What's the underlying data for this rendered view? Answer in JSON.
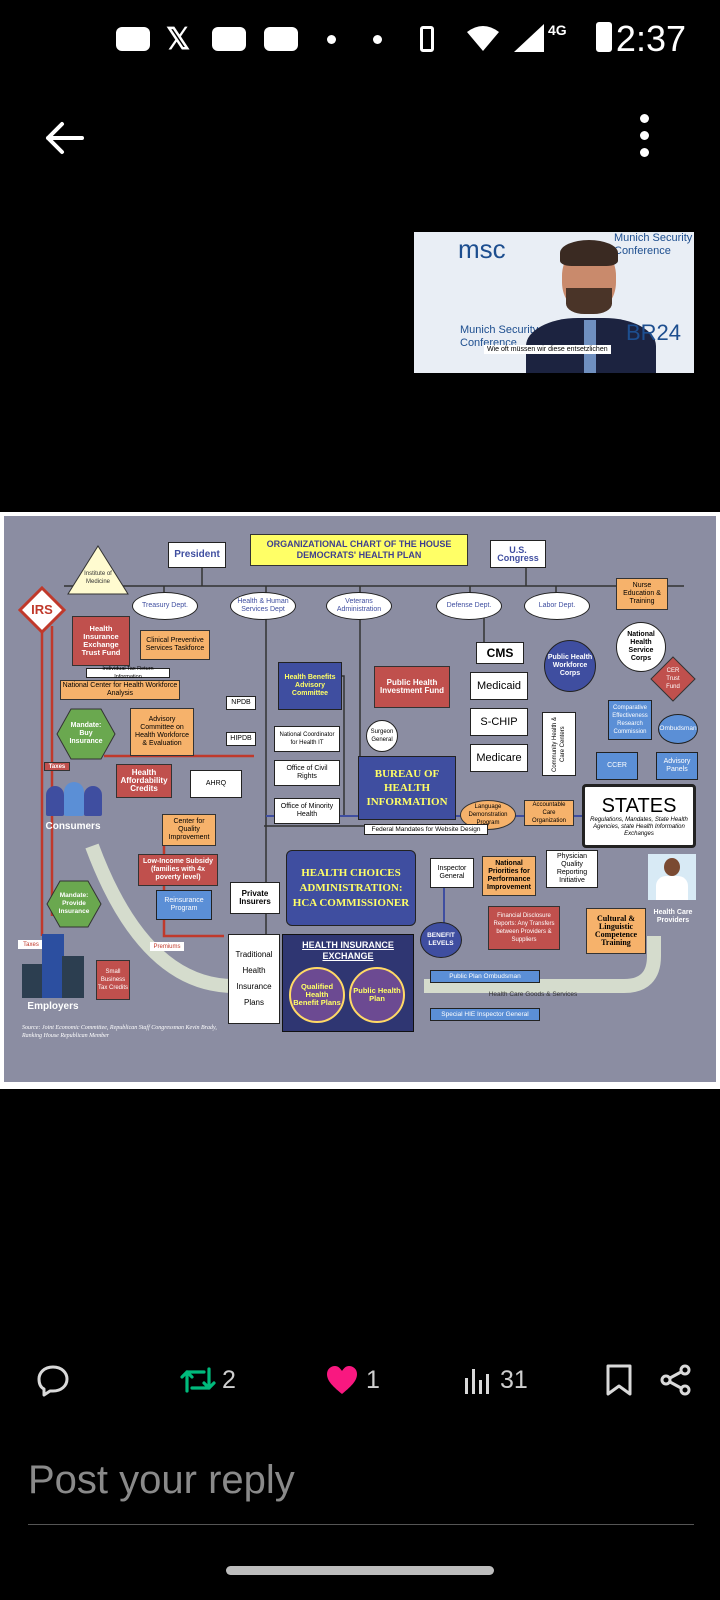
{
  "status_bar": {
    "time": "2:37",
    "network": "4G",
    "icons": [
      "youtube-icon",
      "x-icon",
      "youtube-icon",
      "youtube-icon",
      "dot-icon",
      "dot-icon",
      "vibrate-icon",
      "wifi-icon",
      "signal-icon",
      "battery-icon"
    ]
  },
  "video": {
    "logo": "msc",
    "conf_label_top": "Munich Security Conference",
    "conf_label_bottom": "Munich Security Conference",
    "channel": "BR24",
    "caption": "Wie oft müssen wir diese entsetzlichen"
  },
  "chart": {
    "title": "ORGANIZATIONAL CHART OF THE HOUSE DEMOCRATS' HEALTH PLAN",
    "president": "President",
    "congress": "U.S. Congress",
    "institute": "Institute of Medicine",
    "irs": "IRS",
    "treasury": "Treasury Dept.",
    "hhs": "Health & Human Services Dept",
    "veterans": "Veterans Administration",
    "defense": "Defense Dept.",
    "labor": "Labor Dept.",
    "nurse": "Nurse Education & Training",
    "trust_fund": "Health Insurance Exchange Trust Fund",
    "clinical": "Clinical Preventive Services Taskforce",
    "nhsc": "National Health Service Corps",
    "tax_return": "Individual Tax Return Information",
    "ncwa": "National Center for Health Workforce Analysis",
    "cms": "CMS",
    "medicaid": "Medicaid",
    "schip": "S-CHIP",
    "medicare": "Medicare",
    "phwc": "Public Health Workforce Corps",
    "cer_fund": "CER Trust Fund",
    "hbac": "Health Benefits Advisory Committee",
    "phif": "Public Health Investment Fund",
    "npdb": "NPDB",
    "hipdb": "HIPDB",
    "cer_comm": "Comparative Effectiveness Research Commission",
    "ombudsman": "Ombudsman",
    "mandate_buy": "Mandate: Buy Insurance",
    "advisory": "Advisory Committee on Health Workforce & Evaluation",
    "nchit": "National Coordinator for Health IT",
    "surgeon": "Surgeon General",
    "chcc": "Community Health & Care Centers",
    "ccer": "CCER",
    "panels": "Advisory Panels",
    "taxes": "Taxes",
    "hac": "Health Affordability Credits",
    "ahrq": "AHRQ",
    "ocr": "Office of Civil Rights",
    "bureau": "BUREAU OF HEALTH INFORMATION",
    "omh": "Office of Minority Health",
    "language": "Language Demonstration Program",
    "aco": "Accountable Care Organization",
    "states": "STATES",
    "states_sub": "Regulations, Mandates, State Health Agencies, state Health Information Exchanges",
    "consumers": "Consumers",
    "quality": "Center for Quality Improvement",
    "fed_web": "Federal Mandates for Website Design",
    "low_income": "Low-Income Subsidy (families with 4x poverty level)",
    "hca": "HEALTH CHOICES ADMINISTRATION: HCA COMMISSIONER",
    "ig": "Inspector General",
    "npp": "National Priorities for Performance Improvement",
    "pqri": "Physician Quality Reporting Initiative",
    "providers": "Health Care Providers",
    "mandate_provide": "Mandate: Provide Insurance",
    "reinsurance": "Reinsurance Program",
    "private": "Private Insurers",
    "financial": "Financial Disclosure Reports: Any Transfers between Providers & Suppliers",
    "cultural": "Cultural & Linguistic Competence Training",
    "taxes2": "Taxes",
    "premiums": "Premiums",
    "traditional": "Traditional Health Insurance Plans",
    "exchange": "HEALTH INSURANCE EXCHANGE",
    "qhbp": "Qualified Health Benefit Plans",
    "php": "Public Health Plan",
    "benefit": "BENEFIT LEVELS",
    "small_biz": "Small Business Tax Credits",
    "employers": "Employers",
    "ombuds_pub": "Public Plan Ombudsman",
    "goods": "Health Care Goods & Services",
    "hie_ig": "Special HIE Inspector General",
    "source": "Source: Joint Economic Committee, Republican Staff Congressman Kevin Brady, Ranking House Republican Member"
  },
  "actions": {
    "reply_count": "",
    "repost_count": "2",
    "like_count": "1",
    "views_count": "31"
  },
  "composer": {
    "placeholder": "Post your reply"
  },
  "colors": {
    "repost": "#00ba7c",
    "like": "#f91880",
    "icon": "#d9d9d9"
  }
}
